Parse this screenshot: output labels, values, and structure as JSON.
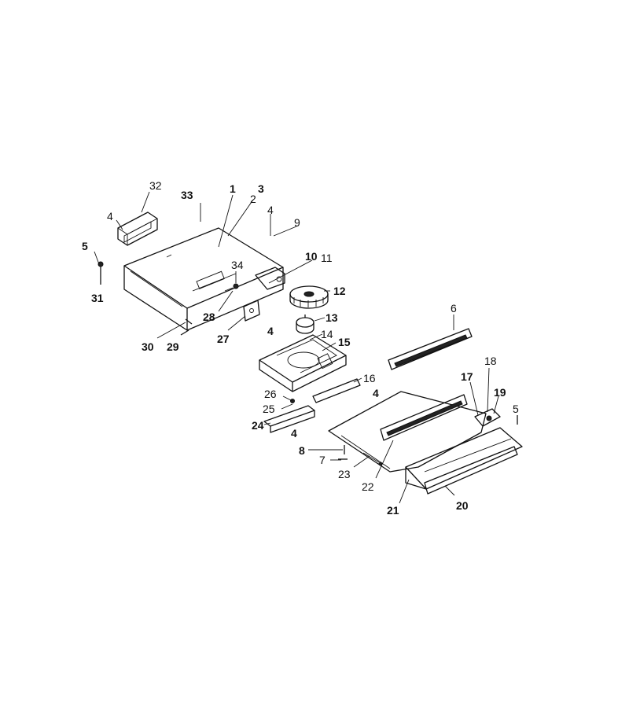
{
  "callouts": [
    {
      "id": "c1",
      "text": "1"
    },
    {
      "id": "c2",
      "text": "2"
    },
    {
      "id": "c3",
      "text": "3"
    },
    {
      "id": "c4a",
      "text": "4"
    },
    {
      "id": "c4b",
      "text": "4"
    },
    {
      "id": "c4c",
      "text": "4"
    },
    {
      "id": "c4d",
      "text": "4"
    },
    {
      "id": "c4e",
      "text": "4"
    },
    {
      "id": "c5a",
      "text": "5"
    },
    {
      "id": "c5b",
      "text": "5"
    },
    {
      "id": "c6",
      "text": "6"
    },
    {
      "id": "c7",
      "text": "7"
    },
    {
      "id": "c8",
      "text": "8"
    },
    {
      "id": "c9",
      "text": "9"
    },
    {
      "id": "c10",
      "text": "10"
    },
    {
      "id": "c11",
      "text": "11"
    },
    {
      "id": "c12",
      "text": "12"
    },
    {
      "id": "c13",
      "text": "13"
    },
    {
      "id": "c14",
      "text": "14"
    },
    {
      "id": "c15",
      "text": "15"
    },
    {
      "id": "c16",
      "text": "16"
    },
    {
      "id": "c17",
      "text": "17"
    },
    {
      "id": "c18",
      "text": "18"
    },
    {
      "id": "c19",
      "text": "19"
    },
    {
      "id": "c20",
      "text": "20"
    },
    {
      "id": "c21",
      "text": "21"
    },
    {
      "id": "c22",
      "text": "22"
    },
    {
      "id": "c23",
      "text": "23"
    },
    {
      "id": "c24",
      "text": "24"
    },
    {
      "id": "c25",
      "text": "25"
    },
    {
      "id": "c26",
      "text": "26"
    },
    {
      "id": "c27",
      "text": "27"
    },
    {
      "id": "c28",
      "text": "28"
    },
    {
      "id": "c29",
      "text": "29"
    },
    {
      "id": "c30",
      "text": "30"
    },
    {
      "id": "c31",
      "text": "31"
    },
    {
      "id": "c32",
      "text": "32"
    },
    {
      "id": "c33",
      "text": "33"
    },
    {
      "id": "c34",
      "text": "34"
    }
  ]
}
